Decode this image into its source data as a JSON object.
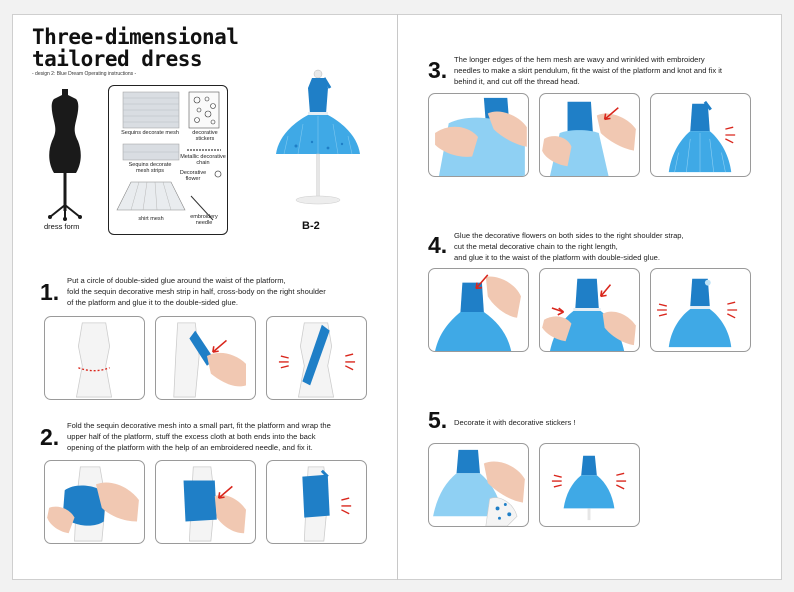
{
  "header": {
    "title_line1": "Three-dimensional",
    "title_line2": "tailored dress",
    "subtitle": "- design 2: Blue Dream Operating instructions -"
  },
  "dress_form_label": "dress form",
  "kit": {
    "sequins_mesh": "Sequins decorate mesh",
    "stickers_1": "decorative",
    "stickers_2": "stickers",
    "mesh_strips_1": "Sequins decorate",
    "mesh_strips_2": "mesh strips",
    "chain_1": "Metallic decorative",
    "chain_2": "chain",
    "flower_1": "Decorative",
    "flower_2": "flower",
    "shirt_mesh": "shirt mesh",
    "needle_1": "embroidery",
    "needle_2": "needle"
  },
  "product_code": "B-2",
  "steps": [
    {
      "number": "1.",
      "lines": [
        "Put a circle of double-sided glue around the waist of the platform,",
        "fold the sequin decorative mesh strip in half, cross-body on the right shoulder",
        "of the platform and glue it to the double-sided glue."
      ]
    },
    {
      "number": "2.",
      "lines": [
        "Fold the sequin decorative mesh into a small part, fit the platform and wrap the",
        "upper half of the platform, stuff the excess cloth at both ends into the back",
        "opening of the platform with the help of an embroidered needle, and fix it."
      ]
    },
    {
      "number": "3.",
      "lines": [
        "The longer edges of the hem mesh are wavy and wrinkled with embroidery",
        "needles to make a skirt pendulum, fit the waist of the platform and knot and fix it",
        "behind it, and cut off the thread head."
      ]
    },
    {
      "number": "4.",
      "lines": [
        "Glue the decorative flowers on both sides to the right shoulder strap,",
        "cut the metal decorative chain to the right length,",
        "and glue it to the waist of the platform with double-sided glue."
      ]
    },
    {
      "number": "5.",
      "lines": [
        "Decorate it with decorative stickers !"
      ]
    }
  ],
  "colors": {
    "dress_blue": "#3fa9e6",
    "sequin_blue": "#1f7fc7",
    "arrow_red": "#d9261c",
    "form_white": "#f4f4f4",
    "dress_form_dark": "#1a1a1a"
  }
}
